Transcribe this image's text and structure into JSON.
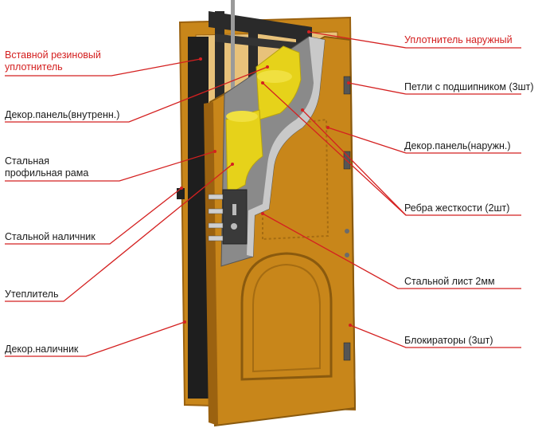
{
  "colors": {
    "leader": "#d42020",
    "accent_text": "#d42020",
    "label_text": "#1a1a1a",
    "door_wood": "#c8861a",
    "door_wood_dark": "#9b6210",
    "insulation": "#e6d21a",
    "steel": "#7a7a7a",
    "frame_black": "#1e1e1e"
  },
  "labels": {
    "rubber_seal": "Вставной резиновый\nуплотнитель",
    "outer_seal": "Уплотнитель наружный",
    "inner_panel": "Декор.панель(внутренн.)",
    "hinges": "Петли с подшипником (3шт)",
    "steel_frame": "Стальная\nпрофильная рама",
    "outer_panel": "Декор.панель(наружн.)",
    "steel_casing": "Стальной наличник",
    "stiffeners": "Ребра жесткости (2шт)",
    "insulation": "Утеплитель",
    "steel_sheet": "Стальной лист 2мм",
    "decor_casing": "Декор.наличник",
    "blockers": "Блокираторы (3шт)"
  }
}
